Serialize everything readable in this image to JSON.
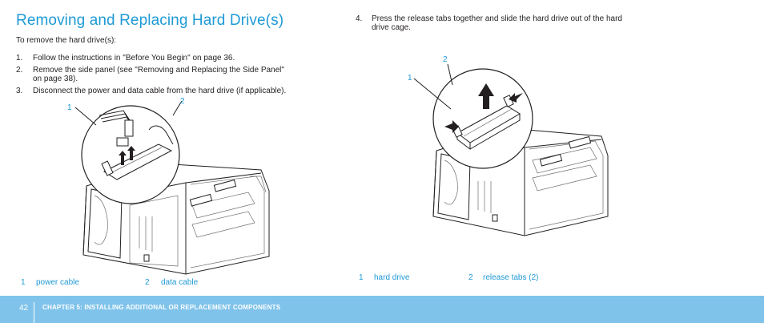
{
  "page": {
    "title": "Removing and Replacing Hard Drive(s)",
    "intro": "To remove the hard drive(s):",
    "steps_left": [
      {
        "num": "1.",
        "text": "Follow the instructions in \"Before You Begin\" on page 36."
      },
      {
        "num": "2.",
        "text_line1": "Remove the side panel (see \"Removing and Replacing the Side Panel\"",
        "text_line2": "on page 38)."
      },
      {
        "num": "3.",
        "text": "Disconnect the power and data cable from the hard drive (if applicable)."
      }
    ],
    "steps_right": [
      {
        "num": "4.",
        "text_line1": "Press the release tabs together and slide the hard drive out of the hard",
        "text_line2": "drive cage."
      }
    ]
  },
  "figure_left": {
    "callouts": [
      "1",
      "2"
    ],
    "legend": [
      {
        "num": "1",
        "label": "power cable"
      },
      {
        "num": "2",
        "label": "data cable"
      }
    ]
  },
  "figure_right": {
    "callouts": [
      "1",
      "2"
    ],
    "legend": [
      {
        "num": "1",
        "label": "hard drive"
      },
      {
        "num": "2",
        "label": "release tabs (2)"
      }
    ]
  },
  "footer": {
    "page_number": "42",
    "chapter": "CHAPTER 5: INSTALLING ADDITIONAL OR REPLACEMENT COMPONENTS",
    "bar_color": "#7fc3ea"
  },
  "colors": {
    "accent": "#1e9ad6",
    "text": "#231f20"
  }
}
